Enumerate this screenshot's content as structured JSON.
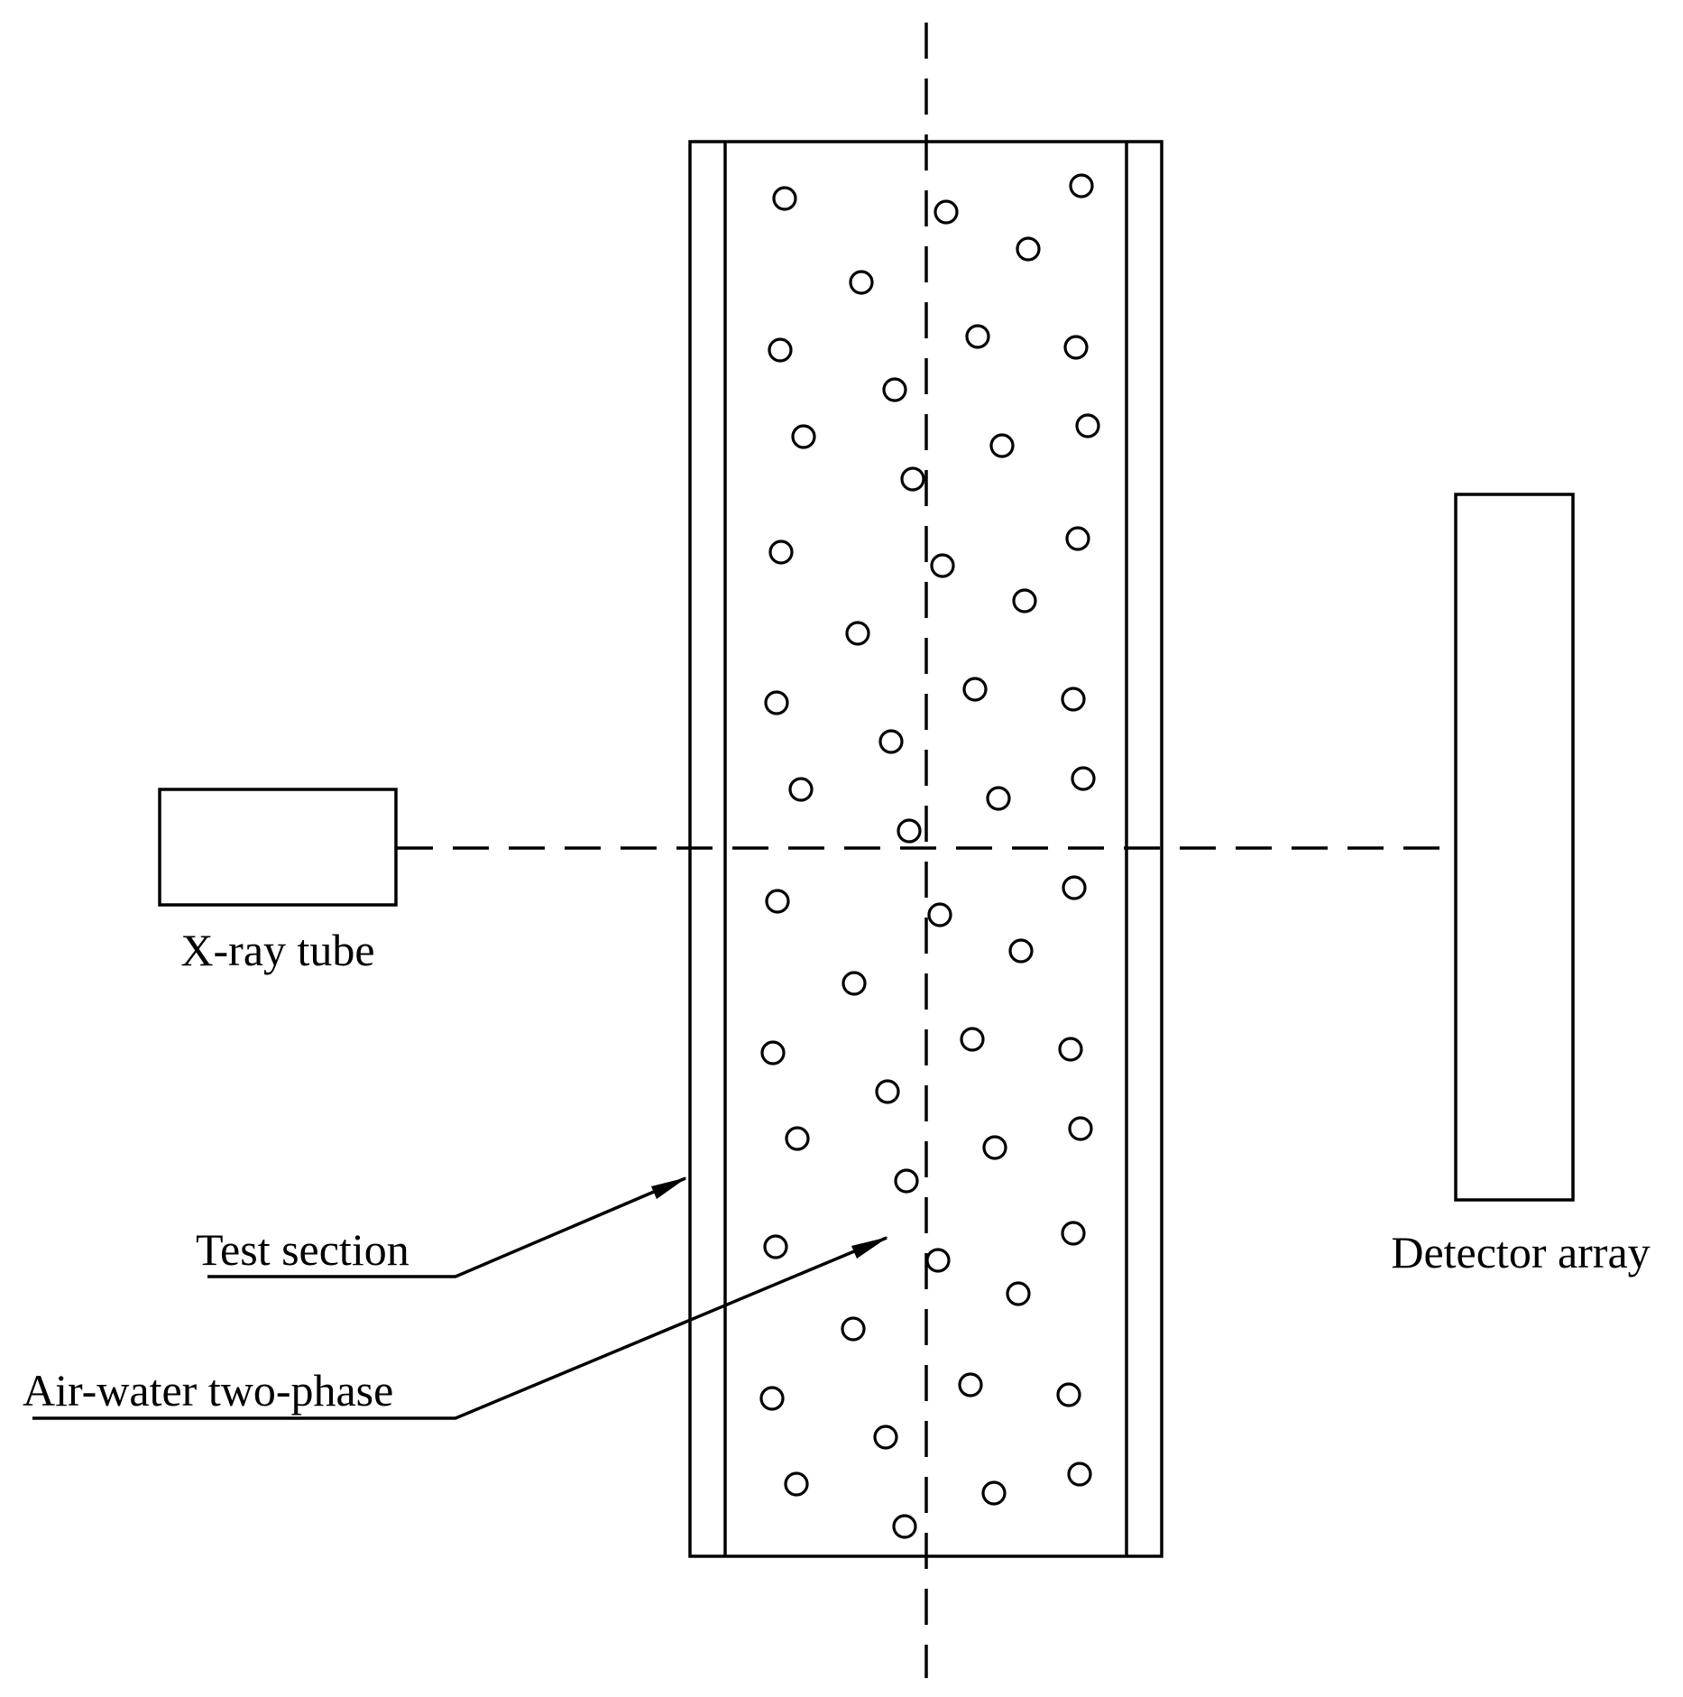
{
  "labels": {
    "xray_tube": "X-ray tube",
    "detector_array": "Detector array",
    "test_section": "Test section",
    "air_water": "Air-water two-phase"
  },
  "colors": {
    "ink": "#000000",
    "background": "#ffffff"
  }
}
